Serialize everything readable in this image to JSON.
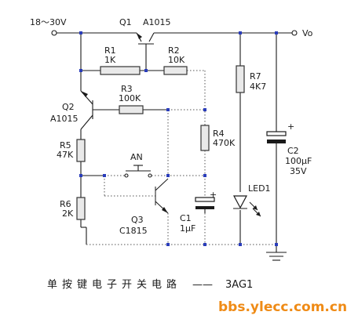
{
  "labels": {
    "supply": "18～30V",
    "vo": "Vo",
    "q1_ref": "Q1",
    "q1_part": "A1015",
    "r1_ref": "R1",
    "r1_val": "1K",
    "r2_ref": "R2",
    "r2_val": "10K",
    "r3_ref": "R3",
    "r3_val": "100K",
    "q2_ref": "Q2",
    "q2_part": "A1015",
    "r4_ref": "R4",
    "r4_val": "470K",
    "r5_ref": "R5",
    "r5_val": "47K",
    "an": "AN",
    "r6_ref": "R6",
    "r6_val": "2K",
    "q3_ref": "Q3",
    "q3_part": "C1815",
    "c1_ref": "C1",
    "c1_val": "1μF",
    "r7_ref": "R7",
    "r7_val": "4K7",
    "led1_ref": "LED1",
    "c2_ref": "C2",
    "c2_val": "100μF",
    "c2_volt": "35V",
    "plus": "+"
  },
  "caption": {
    "text": "单按键电子开关电路",
    "dash": "——",
    "code": "3AG1"
  },
  "watermark": "bbs.ylecc.com.cn",
  "colors": {
    "wire": "#1a1a1a",
    "node": "#2a3dbb",
    "resistor_fill": "#e9e9e9",
    "watermark": "#ef8b16"
  }
}
